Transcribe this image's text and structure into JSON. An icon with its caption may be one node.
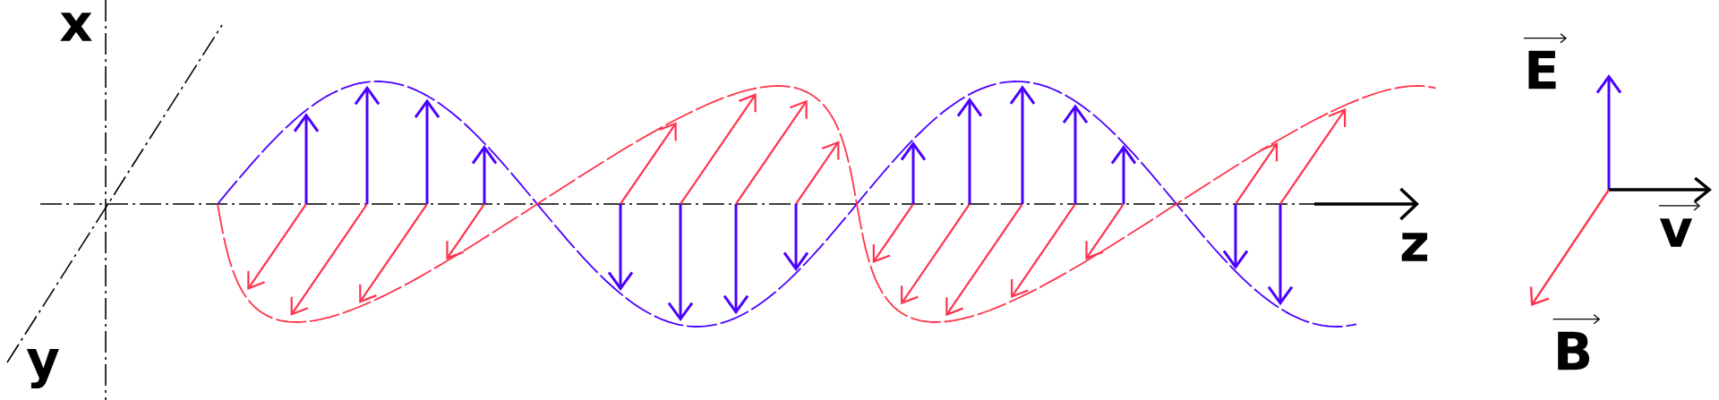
{
  "diagram": {
    "labels": [
      "x",
      "E",
      "z",
      "v",
      "y",
      "B"
    ]
  }
}
